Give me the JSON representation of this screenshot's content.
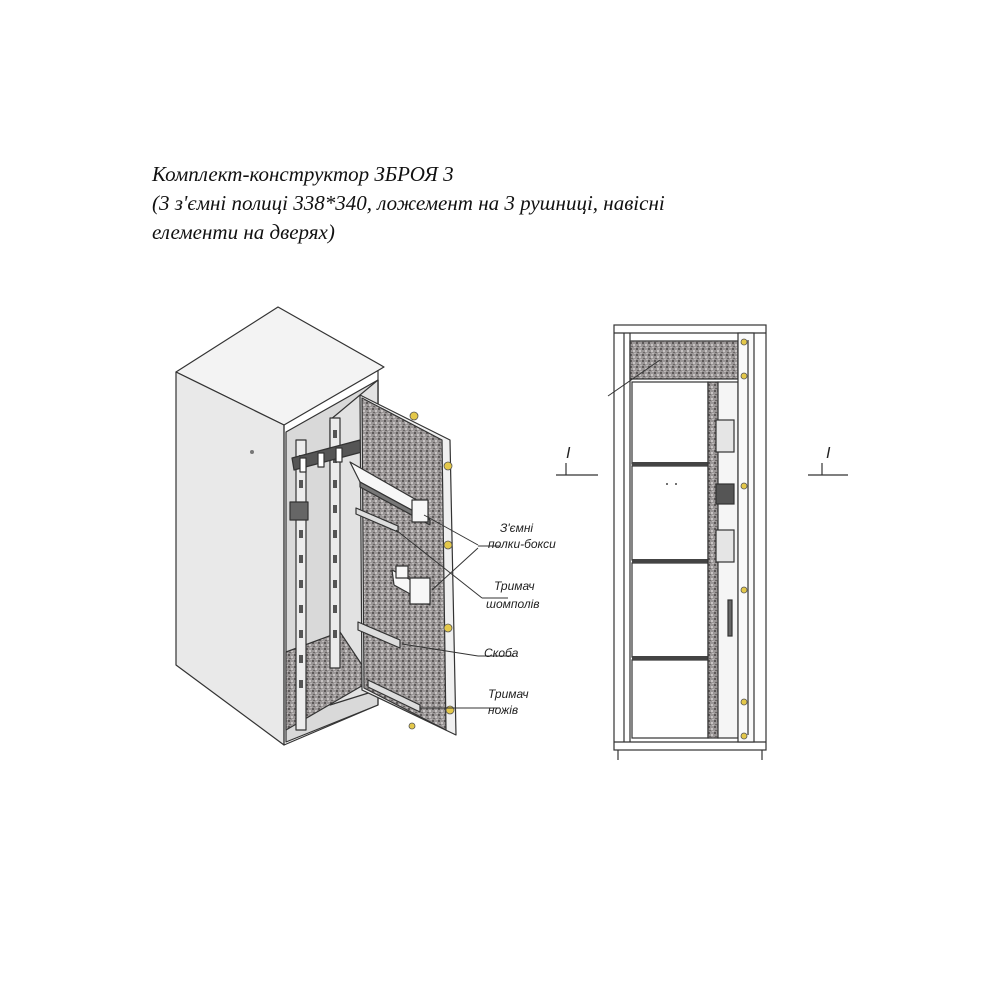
{
  "caption": {
    "line1": "Комплект-конструктор ЗБРОЯ 3",
    "line2": "(3 з'ємні полиці 338*340, ложемент на 3 рушниці, навісні",
    "line3": "елементи на дверях)"
  },
  "callouts": {
    "shelves_l1": "З'ємні",
    "shelves_l2": "полки-бокси",
    "rod_holder_l1": "Тримач",
    "rod_holder_l2": "шомполів",
    "bracket": "Скоба",
    "knife_holder_l1": "Тримач",
    "knife_holder_l2": "ножів"
  },
  "section_marks": {
    "left": "I",
    "right": "I"
  },
  "colors": {
    "line": "#333333",
    "panel": "#eeeeee",
    "texture": "#8c8888",
    "hinge": "#e4c84a"
  }
}
